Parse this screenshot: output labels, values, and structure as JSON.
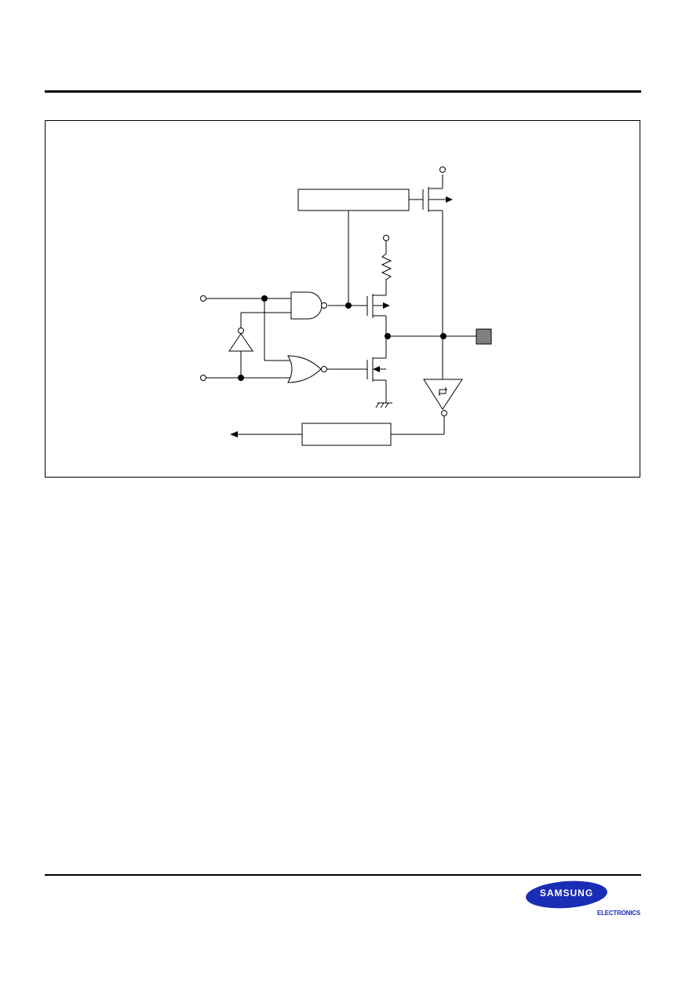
{
  "brand": {
    "name": "SAMSUNG",
    "subtitle": "ELECTRONICS",
    "color": "#1a2db5"
  },
  "figure": {
    "components": [
      "resistor",
      "nand-gate",
      "nor-gate",
      "inverter",
      "p-mosfet",
      "n-mosfet",
      "schmitt-trigger-buffer",
      "pin-pad"
    ],
    "pad_color": "#808080"
  }
}
